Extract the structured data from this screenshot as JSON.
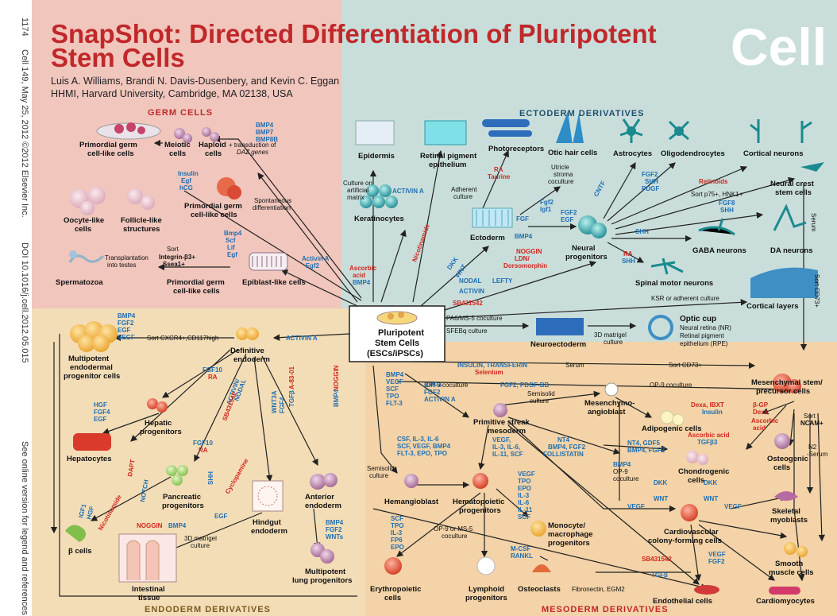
{
  "sidebar": {
    "page": "1174",
    "citation": "Cell 149, May 25, 2012 ©2012 Elsevier Inc.",
    "doi": "DOI 10.1016/j.cell.2012.05.015",
    "online_note": "See online version for legend and references."
  },
  "header": {
    "title_line1": "SnapShot: Directed Differentiation of Pluripotent",
    "title_line2": "Stem Cells",
    "authors": "Luis A. Williams, Brandi N. Davis-Dusenbery, and Kevin C. Eggan",
    "affiliation": "HHMI, Harvard University, Cambridge, MA 02138, USA",
    "journal_logo": "Cell"
  },
  "colors": {
    "germ_bg": "#f1c6bd",
    "ectoderm_bg": "#c9dedb",
    "endoderm_bg": "#f3ddb7",
    "mesoderm_bg": "#f3d3a7",
    "title_red": "#c0282a",
    "factor_blue": "#1f6fb3",
    "inhibitor_red": "#d2261e"
  },
  "sections": {
    "germ": "GERM CELLS",
    "ectoderm": "ECTODERM DERIVATIVES",
    "endoderm": "ENDODERM DERIVATIVES",
    "mesoderm": "MESODERM DERIVATIVES"
  },
  "center": {
    "line1": "Pluripotent",
    "line2": "Stem Cells",
    "line3": "(ESCs/iPSCs)"
  },
  "germ": {
    "pgc_meiotic": "Primordial germ",
    "pgc_meiotic2": "cell-like cells",
    "meiotic": "Meiotic",
    "meiotic2": "cells",
    "haploid": "Haploid",
    "haploid2": "cells",
    "dazA": "+ transduction of",
    "dazB": "DAZ genes",
    "f_bmp": [
      "BMP4",
      "BMP7",
      "BMP8B"
    ],
    "oocyte": "Oocyte-like",
    "oocyte2": "cells",
    "follicle": "Follicle-like",
    "follicle2": "structures",
    "pgc2": "Primordial germ",
    "pgc2b": "cell-like cells",
    "f_insulin": [
      "Insulin",
      "Egf",
      "hCG"
    ],
    "spont": "Spontaneous",
    "spont2": "differentiation",
    "sperm": "Spermatozoa",
    "transplant": "Transplantation",
    "transplant2": "into testes",
    "sort": "Sort",
    "integrin": "Integrin-β3+",
    "ssea": "Ssea1+",
    "pgc3": "Primordial germ",
    "pgc3b": "cell-like cells",
    "f_bmp4": [
      "Bmp4",
      "Scf",
      "Lif",
      "Egf"
    ],
    "epiblast": "Epiblast-like cells",
    "f_activin": [
      "Activin A",
      "Fgf2"
    ]
  },
  "ecto": {
    "epidermis": "Epidermis",
    "rpe": "Retinal pigment",
    "rpe2": "epithelium",
    "photo": "Photoreceptors",
    "otic": "Otic hair cells",
    "astro": "Astrocytes",
    "oligo": "Oligodendrocytes",
    "cortical": "Cortical neurons",
    "culture_artificial": [
      "Culture on",
      "artificial",
      "matrix"
    ],
    "keratino": "Keratinocytes",
    "ascorbic": [
      "Ascorbic",
      "acid"
    ],
    "bmp4": "BMP4",
    "activinA": "ACTIVIN A",
    "adherent": [
      "Adherent",
      "culture"
    ],
    "ra_taurine": [
      "RA",
      "Taurine"
    ],
    "utricle": [
      "Utricle",
      "stroma",
      "coculture"
    ],
    "fgf_igf": [
      "Fgf2",
      "Igf1"
    ],
    "cntf": "CNTF",
    "fgf2_shh_pdgf": [
      "FGF2",
      "SHH",
      "PDGF"
    ],
    "retinoids": "Retinoids",
    "sort_p75": "Sort p75+, HNK1+",
    "ncsc": [
      "Neural crest",
      "stem cells"
    ],
    "ectoderm": "Ectoderm",
    "fgf": "FGF",
    "bmp4b": "BMP4",
    "noggin": [
      "NOGGIN",
      "LDN/",
      "Dorsomorphin"
    ],
    "fgf2_egf": [
      "FGF2",
      "EGF"
    ],
    "neural_prog": [
      "Neural",
      "progenitors"
    ],
    "fgf8_shh": [
      "FGF8",
      "SHH"
    ],
    "shh": "SHH",
    "gaba": "GABA neurons",
    "da": "DA neurons",
    "serum": "Serum",
    "nicotinamide": "Nicotinamide",
    "dkk": "DKK",
    "wnt": "WNT",
    "ra_shh": [
      "RA",
      "SHH"
    ],
    "spinal": "Spinal motor neurons",
    "nodal": "NODAL",
    "lefty": "LEFTY",
    "activin": "ACTIVIN",
    "sb": "SB431542",
    "sort_cd73": "Sort CD73+",
    "ksr": "KSR or adherent culture",
    "cortical_layers": "Cortical layers",
    "pa6": "PA6/MS-5 coculture",
    "sfebq": "SFEBq culture",
    "neuroecto": "Neuroectoderm",
    "matrigel": [
      "3D matrigel",
      "culture"
    ],
    "optic": "Optic cup",
    "nr": "Neural retina (NR)",
    "rpe_label": [
      "Retinal pigment",
      "epithelium (RPE)"
    ]
  },
  "endo": {
    "f_top": [
      "BMP4",
      "FGF2",
      "EGF",
      "VEGF"
    ],
    "multi": [
      "Multipotent",
      "endodermal",
      "progenitor cells"
    ],
    "sort_cxcr": "Sort CXCR4+,CD117high",
    "activinA": "ACTIVIN A",
    "def_endo": [
      "Definitive",
      "endoderm"
    ],
    "fgf10_ra": [
      "FGF10",
      "RA"
    ],
    "activin_nodal": [
      "ACTIVIN/",
      "NODAL"
    ],
    "sb": "SB431542",
    "a83": "A-83-01",
    "tgfb": "TGFβ",
    "noggin": "NOGGIN",
    "bmp4": "BMP4",
    "hgf": [
      "HGF",
      "FGF4",
      "EGF"
    ],
    "hepatic": [
      "Hepatic",
      "progenitors"
    ],
    "hepatocytes": "Hepatocytes",
    "fgf10_ra2": [
      "FGF10",
      "RA"
    ],
    "wnt3a": [
      "WNT3A",
      "FGF4"
    ],
    "shh": "SHH",
    "cyclopamine": "Cyclopamine",
    "dapt": "DAPT",
    "notch": "NOTCH",
    "pancreatic": [
      "Pancreatic",
      "progenitors"
    ],
    "igf": [
      "IGF1",
      "HGF"
    ],
    "nicotinamide": "Nicotinamide",
    "beta": "β cells",
    "noggin_bmp4": [
      "NOGGIN",
      "BMP4"
    ],
    "egf": "EGF",
    "hindgut": [
      "Hindgut",
      "endoderm"
    ],
    "anterior": [
      "Anterior",
      "endoderm"
    ],
    "f_lung": [
      "BMP4",
      "FGF2",
      "WNTs"
    ],
    "matrigel": [
      "3D matrigel",
      "culture"
    ],
    "intestinal": [
      "Intestinal",
      "tissue"
    ],
    "lung": [
      "Multipotent",
      "lung progenitors"
    ]
  },
  "meso": {
    "insulin": "INSULIN, TRANSFERIN",
    "selenium": "Selenium",
    "serum": "Serum",
    "sort_cd73": "Sort CD73+",
    "msc": [
      "Mesenchymal stem/",
      "precursor cells"
    ],
    "op9": "OP-9 coculture",
    "fgf2_pdgf": "FGF2, PDGF-BB",
    "semisolid": [
      "Semisolid",
      "culture"
    ],
    "mesangio": [
      "Mesenchymo-",
      "angioblast"
    ],
    "op9b": "OP-9 coculture",
    "f_left": [
      "BMP4",
      "VEGF",
      "SCF",
      "TPO",
      "FLT-3"
    ],
    "f_mid": [
      "BMP4",
      "FGF2",
      "ACTIVIN A"
    ],
    "pstreak": [
      "Primitive streak",
      "mesoderm"
    ],
    "dexa": "Dexa, IBXT",
    "insulin2": "Insulin",
    "adipo": "Adipogenic cells",
    "bgp": [
      "β-GP",
      "Dexa"
    ],
    "ascorbic": [
      "Ascorbic",
      "acid"
    ],
    "sort_ncam": [
      "Sort",
      "NCAM+"
    ],
    "csf": [
      "CSF, IL-3, IL-6",
      "SCF, VEGF, BMP4",
      "FLT-3, EPO, TPO"
    ],
    "vegf_il": [
      "VEGF,",
      "IL-3, IL-6,",
      "IL-11, SCF"
    ],
    "nt4": [
      "NT4",
      "BMP4, FGF2",
      "FOLLISTATIN"
    ],
    "nt4b": [
      "NT4, GDF5",
      "BMP4, FGF2"
    ],
    "ascorbic2": "Ascorbic acid",
    "tgfb3": "TGFβ3",
    "chondro": [
      "Chondrogenic",
      "cells"
    ],
    "osteo": [
      "Osteogenic",
      "cells"
    ],
    "n2": [
      "N2",
      "-Serum"
    ],
    "semisolid2": [
      "Semisolid",
      "culture"
    ],
    "hemangio": "Hemangioblast",
    "hemato": [
      "Hematopoietic",
      "progenitors"
    ],
    "f_hema": [
      "VEGF",
      "TPO",
      "EPO",
      "IL-3",
      "IL-6",
      "IL-11",
      "SCF"
    ],
    "bmp4_op9": [
      "BMP4",
      "OP-9",
      "coculture"
    ],
    "dkk": "DKK",
    "wnt": "WNT",
    "dkk2": "DKK",
    "wnt2": "WNT",
    "vegf": "VEGF",
    "vegf2": "VEGF",
    "skeletal": [
      "Skeletal",
      "myoblasts"
    ],
    "cvcfc": [
      "Cardiovascular",
      "colony-forming cells"
    ],
    "scf": [
      "SCF",
      "TPO",
      "IL-3",
      "FP6",
      "EPO"
    ],
    "op9_ms5": [
      "OP-9 or MS-5",
      "coculture"
    ],
    "mono": [
      "Monocyte/",
      "macrophage",
      "progenitors"
    ],
    "mcsf": [
      "M-CSF",
      "RANKL"
    ],
    "smooth": [
      "Smooth",
      "muscle cells"
    ],
    "vegf_fgf2": [
      "VEGF",
      "FGF2"
    ],
    "sb": "SB431542",
    "tgfb": "TGFβ",
    "erythro": [
      "Erythropoietic",
      "cells"
    ],
    "lympho": [
      "Lymphoid",
      "progenitors"
    ],
    "osteoclasts": "Osteoclasts",
    "fibronectin": "Fibronectin, EGM2",
    "endothelial": "Endothelial cells",
    "cardio": "Cardiomyocytes"
  }
}
